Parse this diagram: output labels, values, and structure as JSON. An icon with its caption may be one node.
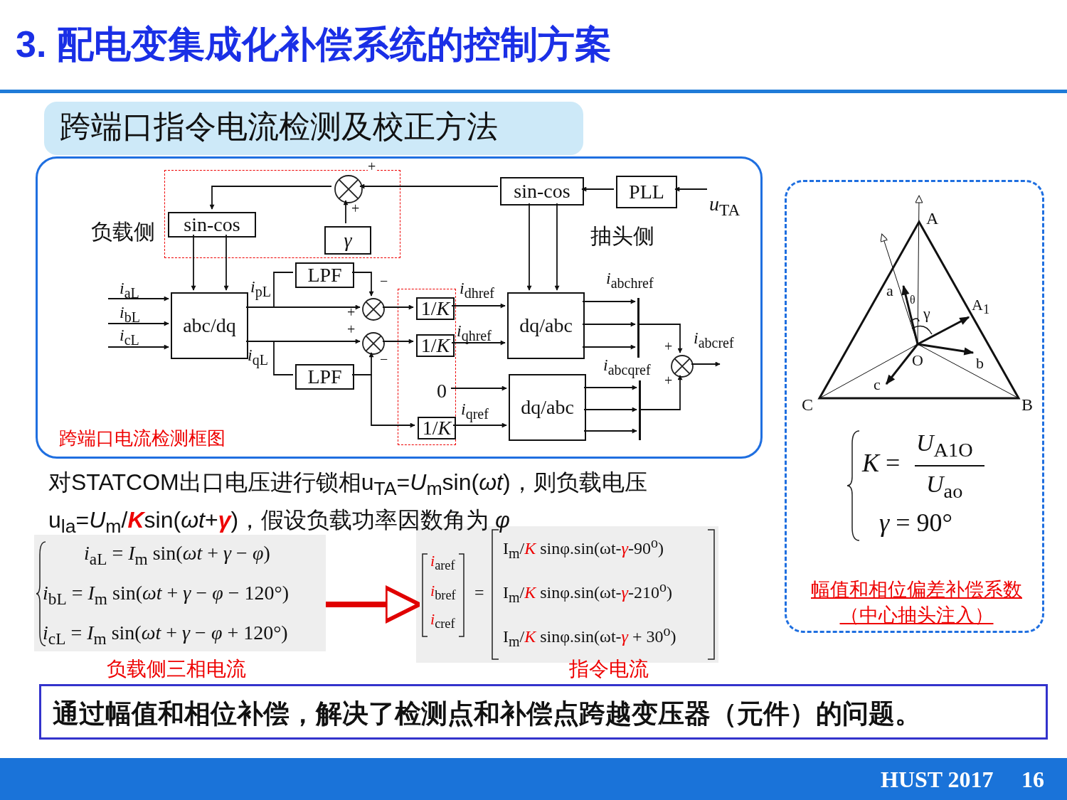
{
  "diagram": {
    "title": "3. 配电变集成化补偿系统的控制方案",
    "nodes": [
      {
        "text": [
          "跨端口指令电流检测及校正方法"
        ]
      },
      {
        "text": [
          "跨端口电流检测框图"
        ]
      },
      {
        "text": [],
        "shape": "box",
        "in": 1
      },
      {
        "text": [
          "sin-cos"
        ],
        "in": 2
      },
      {
        "text": [],
        "shape": "circle",
        "in": 2
      },
      {
        "text": [
          "*γ*"
        ],
        "in": 2
      },
      {
        "text": [
          "sin-cos"
        ],
        "in": 1
      },
      {
        "text": [
          "PLL"
        ],
        "in": 1
      },
      {
        "text": [
          "*u*$_{TA}$"
        ],
        "in": 1
      },
      {
        "text": [
          "abc/dq"
        ],
        "in": 1
      },
      {
        "text": [
          "LPF"
        ],
        "in": 1
      },
      {
        "text": [
          "LPF"
        ],
        "in": 1
      },
      {
        "text": [],
        "shape": "circle",
        "in": 1
      },
      {
        "text": [],
        "shape": "circle",
        "in": 1
      },
      {
        "text": [],
        "shape": "box",
        "in": 1
      },
      {
        "text": [
          "1/*K*"
        ],
        "in": 14
      },
      {
        "text": [
          "1/*K*"
        ],
        "in": 14
      },
      {
        "text": [
          "1/*K*"
        ],
        "in": 14
      },
      {
        "text": [
          "dq/abc"
        ],
        "in": 1
      },
      {
        "text": [
          "dq/abc"
        ],
        "in": 1
      },
      {
        "text": [
          "0"
        ],
        "in": 14
      },
      {
        "text": [],
        "shape": "bar",
        "in": 1,
        "beside": [
          "*i*$_{abchref}$"
        ]
      },
      {
        "text": [],
        "shape": "bar",
        "in": 1,
        "beside": [
          "*i*$_{abcqref}$"
        ]
      },
      {
        "text": [],
        "shape": "circle",
        "in": 1
      },
      {
        "text": [
          "*i*$_{aL}$ = *I*$_{m}$ sin(*ωt* + *γ* − *φ*)",
          "*i*$_{bL}$ = *I*$_{m}$ sin(*ωt* + *γ* − *φ* − 120°)",
          "*i*$_{cL}$ = *I*$_{m}$ sin(*ωt* + *γ* − *φ* + 120°)"
        ],
        "beside": [
          "负载侧三相电流"
        ]
      },
      {
        "text": [
          "*i*$_{aref}$",
          "*i*$_{bref}$",
          "*i*$_{cref}$",
          "=",
          "I$_{m}$/*K* sinφ.sin(ωt-*γ*-90$^{o}$)",
          "I$_{m}$/*K* sinφ.sin(ωt-*γ*-210$^{o}$)",
          "I$_{m}$/*K* sinφ.sin(ωt-*γ* + 30$^{o}$)"
        ],
        "beside": [
          "指令电流"
        ]
      },
      {
        "text": [
          "幅值和相位偏差补偿系数（中心抽头注入）"
        ]
      },
      {
        "text": [
          "通过幅值和相位补偿，解决了检测点和补偿点跨越变压器（元件）的问题。"
        ]
      }
    ],
    "edges": [
      {
        "from": 6,
        "to": 4,
        "arrow": "to"
      },
      {
        "from": 5,
        "to": 4,
        "arrow": "to"
      },
      {
        "from": 4,
        "to": 3,
        "arrow": "to"
      },
      {
        "from": 3,
        "to": 9,
        "arrow": "to"
      },
      {
        "from": 3,
        "to": 9,
        "arrow": "to"
      },
      {
        "from": 7,
        "to": 6,
        "arrow": "to"
      },
      {
        "from": 8,
        "to": 7,
        "arrow": "to"
      },
      {
        "from": null,
        "to": 9,
        "arrow": "to",
        "label": "*i*$_{aL}$"
      },
      {
        "from": null,
        "to": 9,
        "arrow": "to",
        "label": "*i*$_{bL}$"
      },
      {
        "from": null,
        "to": 9,
        "arrow": "to",
        "label": "*i*$_{cL}$"
      },
      {
        "from": 9,
        "to": 12,
        "arrow": "to",
        "label": "*i*$_{pL}$"
      },
      {
        "from": 9,
        "to": 10,
        "arrow": "none"
      },
      {
        "from": 10,
        "to": 12,
        "arrow": "to"
      },
      {
        "from": 9,
        "to": 13,
        "arrow": "to",
        "label": "*i*$_{qL}$"
      },
      {
        "from": 9,
        "to": 11,
        "arrow": "none"
      },
      {
        "from": 11,
        "to": 13,
        "arrow": "to"
      },
      {
        "from": 11,
        "to": 17,
        "arrow": "to"
      },
      {
        "from": 12,
        "to": 15,
        "arrow": "to"
      },
      {
        "from": 13,
        "to": 16,
        "arrow": "to"
      },
      {
        "from": 15,
        "to": 18,
        "arrow": "to",
        "label": "*i*$_{dhref}$"
      },
      {
        "from": 16,
        "to": 18,
        "arrow": "to",
        "label": "*i*$_{qhref}$"
      },
      {
        "from": 6,
        "to": 18,
        "arrow": "to"
      },
      {
        "from": 6,
        "to": 18,
        "arrow": "to"
      },
      {
        "from": 20,
        "to": 19,
        "arrow": "to"
      },
      {
        "from": 17,
        "to": 19,
        "arrow": "to",
        "label": "*i*$_{qref}$"
      },
      {
        "from": 18,
        "to": 21,
        "arrow": "to"
      },
      {
        "from": 18,
        "to": 21,
        "arrow": "to"
      },
      {
        "from": 18,
        "to": 21,
        "arrow": "to"
      },
      {
        "from": 19,
        "to": 22,
        "arrow": "to"
      },
      {
        "from": 19,
        "to": 22,
        "arrow": "to"
      },
      {
        "from": 19,
        "to": 22,
        "arrow": "to"
      },
      {
        "from": 21,
        "to": 23,
        "arrow": "to"
      },
      {
        "from": 22,
        "to": 23,
        "arrow": "to"
      },
      {
        "from": 23,
        "to": null,
        "arrow": "to",
        "label": "*i*$_{abcref}$"
      },
      {
        "from": 24,
        "to": 25,
        "arrow": "to",
        "style": "thick",
        "color": "#e00000"
      }
    ],
    "labels": [
      "+",
      "负载侧",
      "+",
      "抽头侧",
      "−",
      "+",
      "+",
      "−",
      "+",
      "+",
      "对STATCOM出口电压进行锁相u$_{TA}$=*U*$_{m}$sin(*ωt*)，则负载电压u$_{la}$=*U*$_{m}$/**K**sin(*ωt*+**γ**)，假设负载功率因数角为 *φ*",
      "A",
      "a",
      "θ",
      "γ",
      "A$_{1}$",
      "O",
      "b",
      "c",
      "C",
      "B",
      "*K* =",
      "*U*$_{A1O}$",
      "*U*$_{ao}$",
      "*γ* = 90°",
      "HUST 2017",
      "16"
    ]
  }
}
